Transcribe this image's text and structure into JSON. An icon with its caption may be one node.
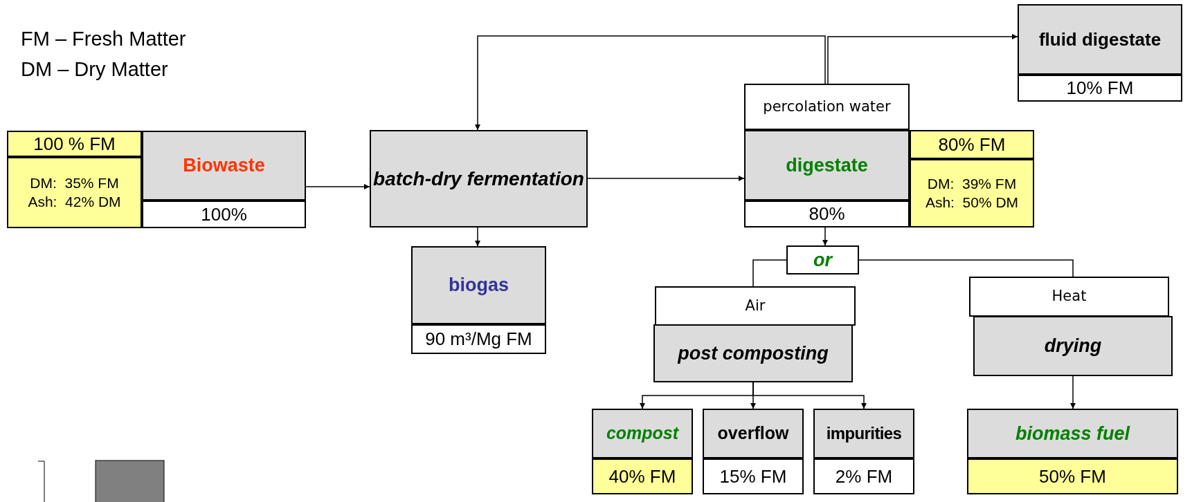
{
  "diagram": {
    "nodes": [
      {
        "text": [
          "100 % FM"
        ]
      },
      {
        "text": [
          "DM:  35% FM",
          "Ash:  42% DM"
        ]
      },
      {
        "text": [
          "Biowaste"
        ]
      },
      {
        "text": [
          "100%"
        ]
      },
      {
        "text": [
          "batch-dry fermentation"
        ]
      },
      {
        "text": [
          "biogas"
        ]
      },
      {
        "text": [
          "90 m³/Mg FM"
        ]
      },
      {
        "text": [
          "percolation water"
        ]
      },
      {
        "text": [
          "digestate"
        ]
      },
      {
        "text": [
          "80%"
        ]
      },
      {
        "text": [
          "80% FM"
        ]
      },
      {
        "text": [
          "DM:  39% FM",
          "Ash:  50% DM"
        ]
      },
      {
        "text": [
          "fluid digestate"
        ]
      },
      {
        "text": [
          "10% FM"
        ]
      },
      {
        "text": [
          "or"
        ]
      },
      {
        "text": [
          "Air"
        ]
      },
      {
        "text": [
          "post composting"
        ]
      },
      {
        "text": [
          "Heat"
        ]
      },
      {
        "text": [
          "drying"
        ]
      },
      {
        "text": [
          "compost"
        ]
      },
      {
        "text": [
          "40% FM"
        ]
      },
      {
        "text": [
          "overflow"
        ]
      },
      {
        "text": [
          "15% FM"
        ]
      },
      {
        "text": [
          "impurities"
        ]
      },
      {
        "text": [
          "2% FM"
        ]
      },
      {
        "text": [
          "biomass fuel"
        ]
      },
      {
        "text": [
          "50% FM"
        ]
      }
    ],
    "edges": [
      {
        "from": 2,
        "to": 4,
        "arrow": "to"
      },
      {
        "from": 4,
        "to": 8,
        "arrow": "to"
      },
      {
        "from": 4,
        "to": 5,
        "arrow": "to"
      },
      {
        "from": 7,
        "to": 4,
        "arrow": "to"
      },
      {
        "from": 7,
        "to": 12,
        "arrow": "to"
      },
      {
        "from": 9,
        "to": 14,
        "arrow": "to"
      },
      {
        "from": 14,
        "to": 15,
        "arrow": "none"
      },
      {
        "from": 14,
        "to": 17,
        "arrow": "none"
      },
      {
        "from": 16,
        "to": 19,
        "arrow": "to"
      },
      {
        "from": 16,
        "to": 21,
        "arrow": "to"
      },
      {
        "from": 16,
        "to": 23,
        "arrow": "to"
      },
      {
        "from": 18,
        "to": 25,
        "arrow": "to"
      }
    ],
    "labels": [
      "FM – Fresh Matter",
      "DM – Dry Matter"
    ]
  }
}
